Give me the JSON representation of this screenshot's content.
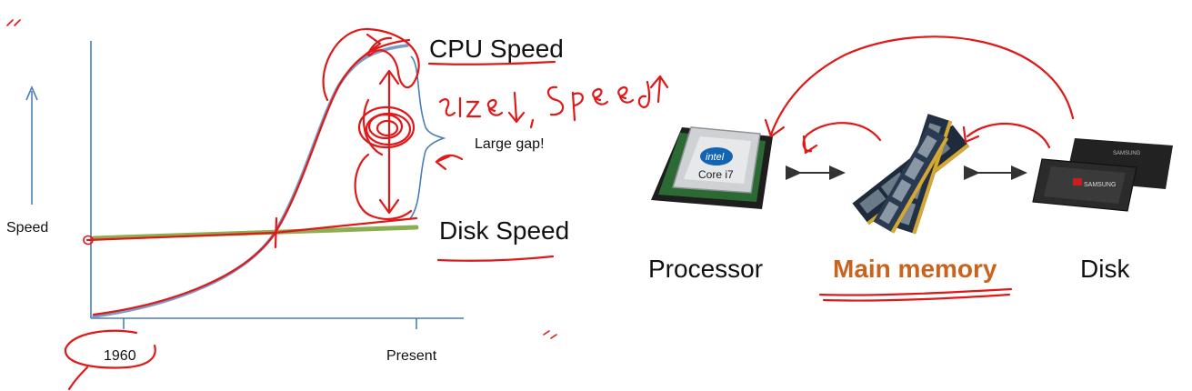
{
  "chart": {
    "y_axis_label": "Speed",
    "x_tick_start": "1960",
    "x_tick_end": "Present",
    "cpu_series_label": "CPU Speed",
    "disk_series_label": "Disk Speed",
    "gap_annotation": "Large gap!",
    "handwritten_note": "size ↓ , speed ↑"
  },
  "diagram": {
    "processor_label": "Processor",
    "memory_label": "Main memory",
    "disk_label": "Disk",
    "processor_chip_brand": "intel",
    "processor_chip_model": "Core i7",
    "ssd_brand": "SAMSUNG"
  },
  "colors": {
    "cpu_curve": "#7a9cc4",
    "disk_line": "#8cae52",
    "axis": "#4a7eb8",
    "memory_label": "#c8641e",
    "ink": "#e01818"
  }
}
